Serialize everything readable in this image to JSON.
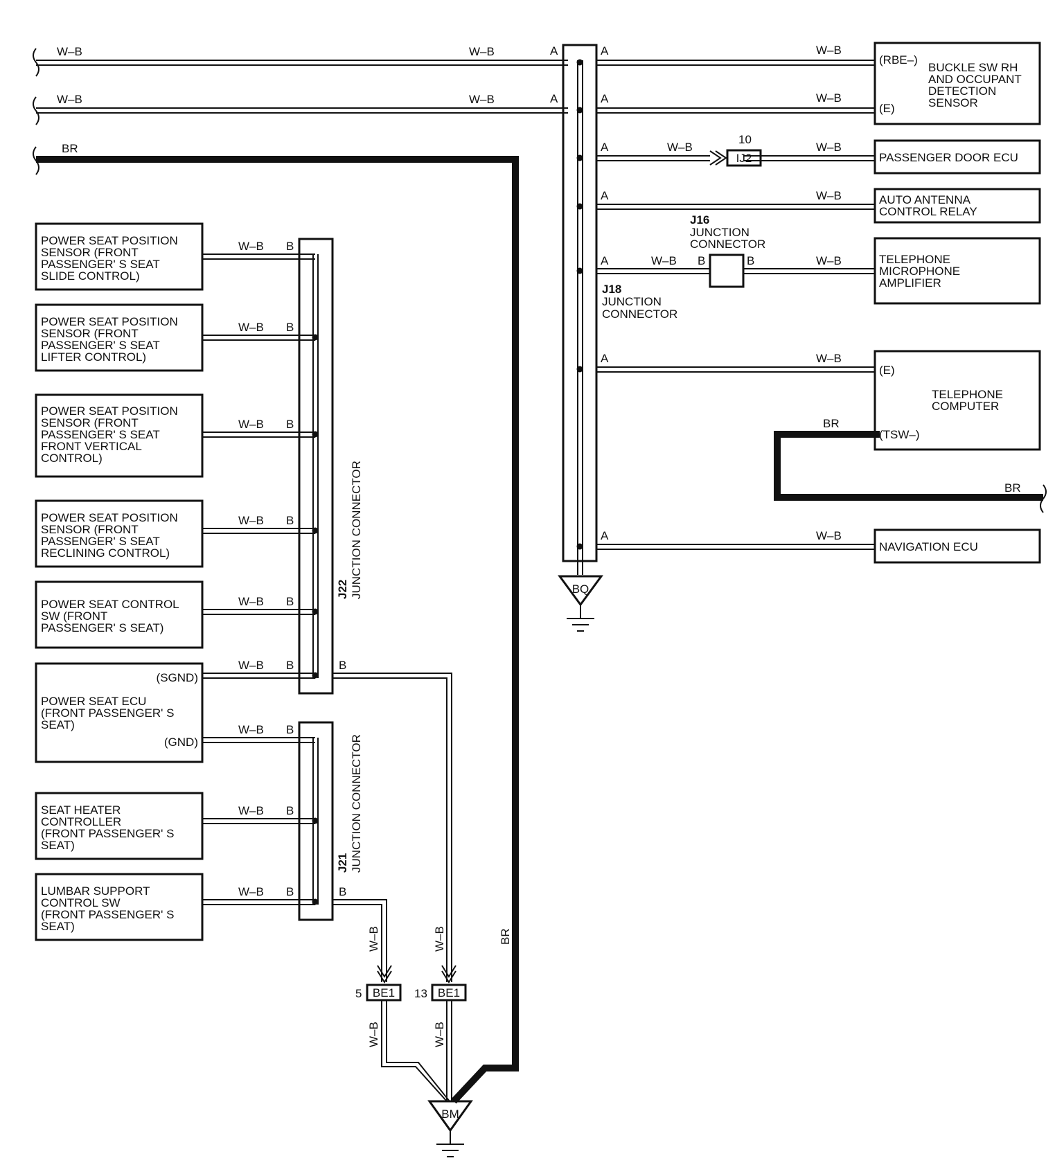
{
  "wire_colors": {
    "wb": "W–B",
    "br": "BR"
  },
  "pins": {
    "a": "A",
    "b": "B"
  },
  "colors": {
    "line": "#111111",
    "background": "#ffffff"
  },
  "top_right": {
    "buckle_sw": {
      "lines": [
        "BUCKLE SW RH",
        "AND OCCUPANT",
        "DETECTION",
        "SENSOR"
      ],
      "pin_rbe": "(RBE–)",
      "pin_e": "(E)"
    },
    "passenger_door_ecu": {
      "lines": [
        "PASSENGER DOOR ECU"
      ]
    },
    "auto_antenna": {
      "lines": [
        "AUTO ANTENNA",
        "CONTROL RELAY"
      ]
    },
    "telephone_mic": {
      "lines": [
        "TELEPHONE",
        "MICROPHONE",
        "AMPLIFIER"
      ]
    },
    "telephone_computer": {
      "lines": [
        "TELEPHONE",
        "COMPUTER"
      ],
      "pin_e": "(E)",
      "pin_tsw": "(TSW–)"
    },
    "navigation_ecu": {
      "lines": [
        "NAVIGATION ECU"
      ]
    }
  },
  "connectors": {
    "ij2": {
      "code": "IJ2",
      "pin": "10"
    },
    "j16": {
      "id": "J16",
      "lines": [
        "JUNCTION",
        "CONNECTOR"
      ]
    },
    "j18": {
      "id": "J18",
      "lines": [
        "JUNCTION",
        "CONNECTOR"
      ]
    },
    "j22": {
      "id": "J22",
      "name": "JUNCTION CONNECTOR"
    },
    "j21": {
      "id": "J21",
      "name": "JUNCTION CONNECTOR"
    },
    "be1_left": {
      "code": "BE1",
      "pin": "5"
    },
    "be1_right": {
      "code": "BE1",
      "pin": "13"
    }
  },
  "grounds": {
    "bq": "BQ",
    "bm": "BM"
  },
  "left_components": [
    {
      "lines": [
        "POWER SEAT POSITION",
        "SENSOR (FRONT",
        "PASSENGER' S SEAT",
        "SLIDE CONTROL)"
      ]
    },
    {
      "lines": [
        "POWER SEAT POSITION",
        "SENSOR (FRONT",
        "PASSENGER' S SEAT",
        "LIFTER CONTROL)"
      ]
    },
    {
      "lines": [
        "POWER SEAT POSITION",
        "SENSOR (FRONT",
        "PASSENGER' S SEAT",
        "FRONT VERTICAL",
        "CONTROL)"
      ]
    },
    {
      "lines": [
        "POWER SEAT POSITION",
        "SENSOR (FRONT",
        "PASSENGER' S SEAT",
        "RECLINING CONTROL)"
      ]
    },
    {
      "lines": [
        "POWER SEAT CONTROL",
        "SW (FRONT",
        "PASSENGER' S SEAT)"
      ]
    },
    {
      "lines": [
        "POWER SEAT ECU",
        "(FRONT PASSENGER' S",
        " SEAT)"
      ],
      "pin_sgnd": "(SGND)",
      "pin_gnd": "(GND)"
    },
    {
      "lines": [
        "SEAT HEATER",
        "CONTROLLER",
        "(FRONT PASSENGER' S",
        " SEAT)"
      ]
    },
    {
      "lines": [
        "LUMBAR SUPPORT",
        "CONTROL SW",
        "(FRONT PASSENGER' S",
        " SEAT)"
      ]
    }
  ]
}
